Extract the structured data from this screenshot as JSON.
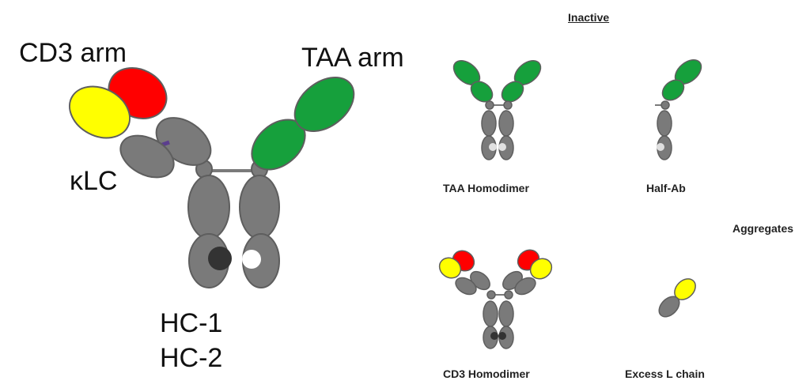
{
  "labels": {
    "cd3_arm": "CD3 arm",
    "taa_arm": "TAA arm",
    "klc": "κLC",
    "hc1": "HC-1",
    "hc2": "HC-2",
    "inactive": "Inactive",
    "aggregates": "Aggregates",
    "taa_homodimer": "TAA Homodimer",
    "half_ab": "Half-Ab",
    "cd3_homodimer": "CD3 Homodimer",
    "excess_l_chain": "Excess L chain"
  },
  "colors": {
    "gray": "#7a7a7a",
    "gray_stroke": "#5e5e5e",
    "red": "#ff0000",
    "yellow": "#ffff00",
    "green": "#16a03c",
    "dark_knob": "#333333",
    "light_knob": "#e0e0e0",
    "linker": "#5b3e8e"
  }
}
